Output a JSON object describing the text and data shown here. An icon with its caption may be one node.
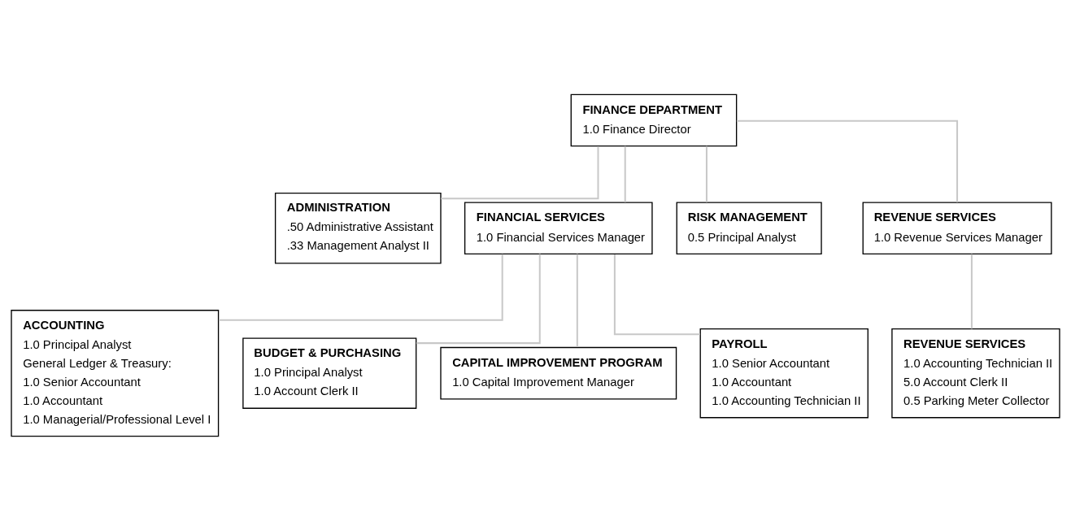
{
  "diagram": {
    "nodes": [
      {
        "text": [
          "FINANCE DEPARTMENT",
          "1.0 Finance Director"
        ]
      },
      {
        "text": [
          "ADMINISTRATION",
          ".50 Administrative Assistant",
          ".33 Management Analyst II"
        ]
      },
      {
        "text": [
          "FINANCIAL SERVICES",
          "1.0 Financial Services Manager"
        ]
      },
      {
        "text": [
          "RISK MANAGEMENT",
          "0.5 Principal Analyst"
        ]
      },
      {
        "text": [
          "REVENUE SERVICES",
          "1.0 Revenue Services Manager"
        ]
      },
      {
        "text": [
          "ACCOUNTING",
          "1.0 Principal Analyst",
          "General Ledger & Treasury:",
          "1.0 Senior Accountant",
          "1.0 Accountant",
          "1.0 Managerial/Professional Level I"
        ]
      },
      {
        "text": [
          "BUDGET & PURCHASING",
          "1.0 Principal Analyst",
          "1.0 Account Clerk II"
        ]
      },
      {
        "text": [
          "CAPITAL IMPROVEMENT PROGRAM",
          "1.0 Capital Improvement Manager"
        ]
      },
      {
        "text": [
          "PAYROLL",
          "1.0 Senior Accountant",
          "1.0 Accountant",
          "1.0 Accounting Technician II"
        ]
      },
      {
        "text": [
          "REVENUE SERVICES",
          "1.0 Accounting Technician II",
          "5.0 Account Clerk II",
          "0.5 Parking Meter Collector"
        ]
      }
    ],
    "edges": [
      {
        "from": 0,
        "to": 1,
        "arrow": "none"
      },
      {
        "from": 0,
        "to": 2,
        "arrow": "none"
      },
      {
        "from": 0,
        "to": 3,
        "arrow": "none"
      },
      {
        "from": 0,
        "to": 4,
        "arrow": "none"
      },
      {
        "from": 2,
        "to": 5,
        "arrow": "none"
      },
      {
        "from": 2,
        "to": 6,
        "arrow": "none"
      },
      {
        "from": 2,
        "to": 7,
        "arrow": "none"
      },
      {
        "from": 2,
        "to": 8,
        "arrow": "none"
      },
      {
        "from": 4,
        "to": 9,
        "arrow": "none"
      }
    ]
  }
}
